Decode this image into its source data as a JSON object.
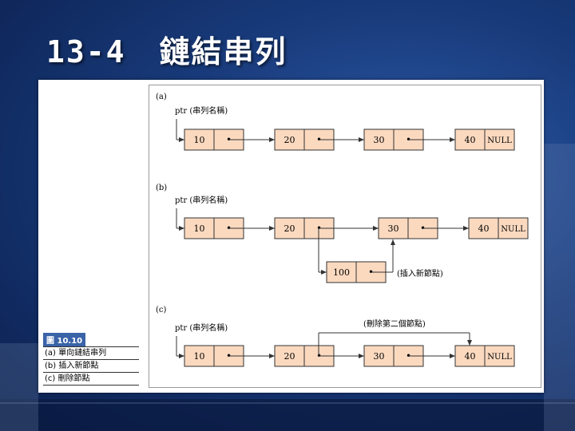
{
  "slide": {
    "title_number": "13-4",
    "title_text": "鏈結串列"
  },
  "legend": {
    "figure_label": "圖 10.10",
    "items": [
      {
        "tag": "(a)",
        "text": "單向鏈結串列"
      },
      {
        "tag": "(b)",
        "text": "插入新節點"
      },
      {
        "tag": "(c)",
        "text": "刪除節點"
      }
    ]
  },
  "diagram": {
    "panels": [
      {
        "label": "(a)",
        "head_label": "ptr (串列名稱)",
        "nodes": [
          {
            "value": "10",
            "pointer": "•"
          },
          {
            "value": "20",
            "pointer": "•"
          },
          {
            "value": "30",
            "pointer": "•"
          },
          {
            "value": "40",
            "pointer": "NULL"
          }
        ]
      },
      {
        "label": "(b)",
        "head_label": "ptr (串列名稱)",
        "nodes": [
          {
            "value": "10",
            "pointer": "•"
          },
          {
            "value": "20",
            "pointer": "•"
          },
          {
            "value": "30",
            "pointer": "•"
          },
          {
            "value": "40",
            "pointer": "NULL"
          }
        ],
        "inserted_node": {
          "value": "100",
          "pointer": "•"
        },
        "insert_label": "(插入新節點)"
      },
      {
        "label": "(c)",
        "head_label": "ptr (串列名稱)",
        "nodes": [
          {
            "value": "10",
            "pointer": "•"
          },
          {
            "value": "20",
            "pointer": "•"
          },
          {
            "value": "30",
            "pointer": "•"
          },
          {
            "value": "40",
            "pointer": "NULL"
          }
        ],
        "delete_label": "(刪除第二個節點)"
      }
    ],
    "colors": {
      "node_fill": "#fbd9bf",
      "node_stroke": "#333333",
      "arrow": "#333333"
    }
  }
}
